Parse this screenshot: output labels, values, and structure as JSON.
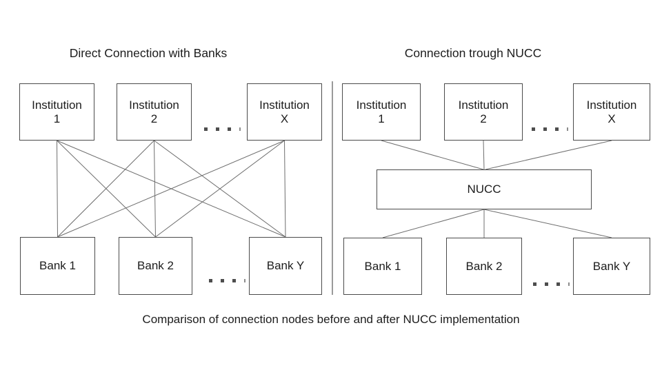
{
  "titles": {
    "left": "Direct Connection with Banks",
    "right": "Connection trough NUCC"
  },
  "caption": "Comparison of connection nodes before and after NUCC implementation",
  "left_diagram": {
    "institutions": [
      "Institution\n1",
      "Institution\n2",
      "Institution\nX"
    ],
    "banks": [
      "Bank 1",
      "Bank 2",
      "Bank Y"
    ],
    "topology": "full-mesh: every institution connects directly to every bank (9 lines)"
  },
  "right_diagram": {
    "institutions": [
      "Institution\n1",
      "Institution\n2",
      "Institution\nX"
    ],
    "hub": "NUCC",
    "banks": [
      "Bank 1",
      "Bank 2",
      "Bank Y"
    ],
    "topology": "hub-and-spoke: institutions connect to NUCC, NUCC connects to banks"
  },
  "colors": {
    "background": "#ffffff",
    "box_border": "#4a4a4a",
    "connection_line": "#6d6d6d",
    "divider_line": "#565656",
    "text": "#1c1c1c",
    "ellipsis_dot": "#4d4d4d"
  }
}
